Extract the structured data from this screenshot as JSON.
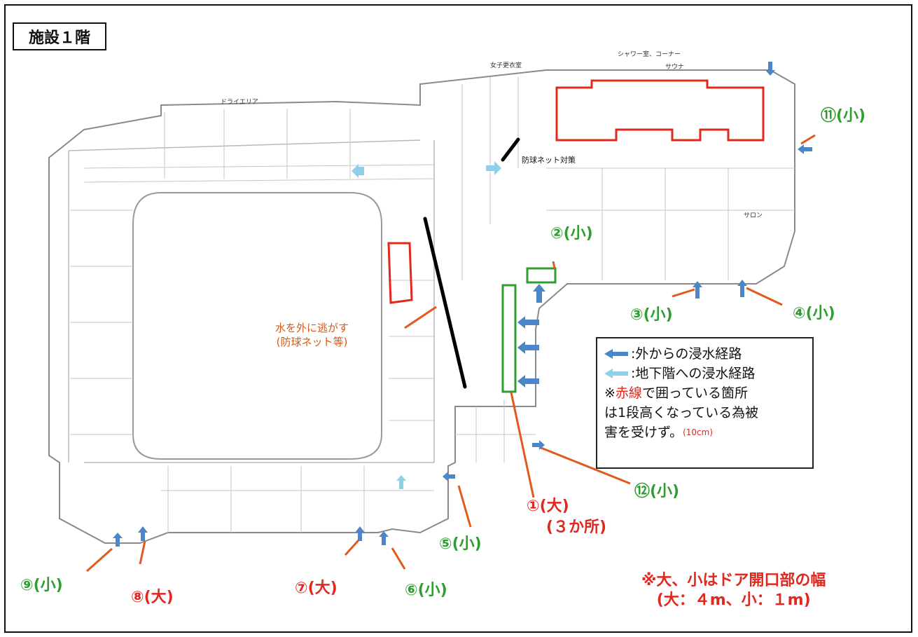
{
  "title": "施設１階",
  "legend": {
    "outside_route": ":外からの浸水経路",
    "basement_route": ":地下階への浸水経路",
    "note_prefix": "※",
    "note_red": "赤線",
    "note_rest_1": "で囲っている箇所",
    "note_line_2": "は1段高くなっている為被",
    "note_line_3": "害を受けず。",
    "note_height": "(10cm)"
  },
  "escape_note": {
    "line1": "水を外に逃がす",
    "line2": "(防球ネット等)"
  },
  "footnote": {
    "line1": "※大、小はドア開口部の幅",
    "line2": "(大：４m、小：１m)"
  },
  "plan_labels": {
    "dry_area": "ドライエリア",
    "shower_corner": "シャワー室、コーナー",
    "sauna": "サウナ",
    "net_work": "防球ネット対策",
    "salon": "サロン",
    "top_label": "女子更衣室"
  },
  "entrances": [
    {
      "id": "e1",
      "text": "①(大)",
      "color": "red"
    },
    {
      "id": "e1b",
      "text": "(３か所)",
      "color": "red"
    },
    {
      "id": "e2",
      "text": "②(小)",
      "color": "green"
    },
    {
      "id": "e3",
      "text": "③(小)",
      "color": "green"
    },
    {
      "id": "e4",
      "text": "④(小)",
      "color": "green"
    },
    {
      "id": "e5",
      "text": "⑤(小)",
      "color": "green"
    },
    {
      "id": "e6",
      "text": "⑥(小)",
      "color": "green"
    },
    {
      "id": "e7",
      "text": "⑦(大)",
      "color": "red"
    },
    {
      "id": "e8",
      "text": "⑧(大)",
      "color": "red"
    },
    {
      "id": "e9",
      "text": "⑨(小)",
      "color": "green"
    },
    {
      "id": "e11",
      "text": "⑪(小)",
      "color": "green"
    },
    {
      "id": "e12",
      "text": "⑫(小)",
      "color": "green"
    }
  ],
  "colors": {
    "outside_arrow": "#4a86c8",
    "basement_arrow": "#8fd0e8",
    "leader": "#e05a1e",
    "raised_outline": "#e0281e",
    "entrance_box": "#2e9e2e"
  }
}
